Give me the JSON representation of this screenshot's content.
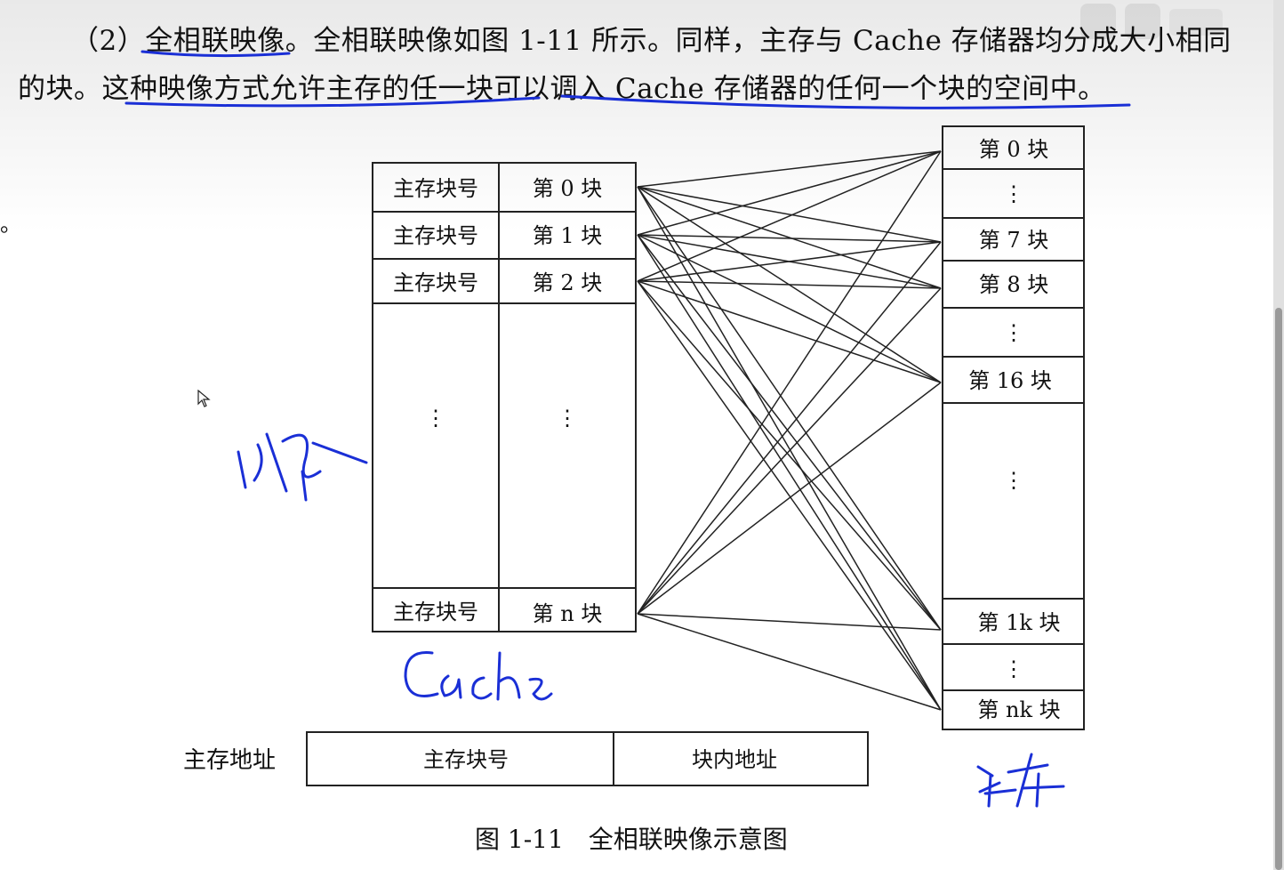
{
  "paragraph": {
    "line1_prefix": "（2）",
    "line1_term": "全相联映像",
    "line1_rest": "。全相联映像如图 1-11 所示。同样，主存与 Cache 存储器均分成大小相同",
    "line2_start": "的块。",
    "line2_underlined": "这种映像方式允许主存的任一块可以调入 Cache 存储器的任何一个块的空间中",
    "line2_end": "。"
  },
  "cache_table": {
    "rows": [
      {
        "tag": "主存块号",
        "block": "第 0 块"
      },
      {
        "tag": "主存块号",
        "block": "第 1 块"
      },
      {
        "tag": "主存块号",
        "block": "第 2 块"
      },
      {
        "tag": "⋮",
        "block": "⋮"
      },
      {
        "tag": "主存块号",
        "block": "第 n 块"
      }
    ]
  },
  "main_memory": {
    "blocks": [
      "第 0 块",
      "⋮",
      "第 7 块",
      "第 8 块",
      "⋮",
      "第 16 块",
      "⋮",
      "第 1k 块",
      "⋮",
      "第 nk 块"
    ]
  },
  "address_format": {
    "label": "主存地址",
    "fields": [
      "主存块号",
      "块内地址"
    ]
  },
  "caption": "图 1-11　全相联映像示意图",
  "annotations": {
    "ink_color": "#1a2fd6"
  }
}
